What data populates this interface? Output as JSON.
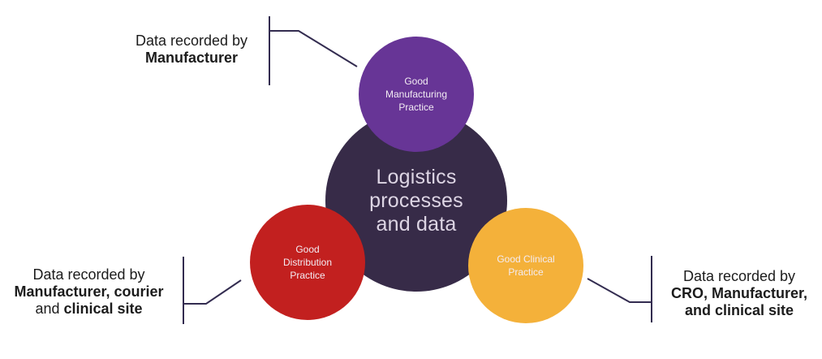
{
  "diagram": {
    "center_circle": {
      "label": "Logistics\nprocesses\nand data"
    },
    "satellite_circles": {
      "gmp": {
        "label": "Good\nManufacturing\nPractice"
      },
      "gdp": {
        "label": "Good\nDistribution\nPractice"
      },
      "gcp": {
        "label": "Good Clinical\nPractice"
      }
    },
    "annotations": {
      "top_left": {
        "line1": "Data recorded by",
        "line2_bold": "Manufacturer"
      },
      "bottom_left": {
        "line1": "Data recorded by",
        "line2_bold": "Manufacturer, courier",
        "line3_regular": "and ",
        "line3_bold": "clinical site"
      },
      "bottom_right": {
        "line1": "Data recorded by",
        "line2_bold": "CRO, Manufacturer,",
        "line3_bold": "and clinical site"
      }
    }
  },
  "colors": {
    "background": "#ffffff",
    "center_circle": "#372b48",
    "manufacturing_circle": "#673596",
    "distribution_circle": "#c2201f",
    "clinical_circle": "#f4b13a",
    "connector_line": "#332c50",
    "center_label_text": "#ddd5e4",
    "circle_label_text": "#f3ecf3",
    "annotation_text": "#1c1c1c"
  }
}
